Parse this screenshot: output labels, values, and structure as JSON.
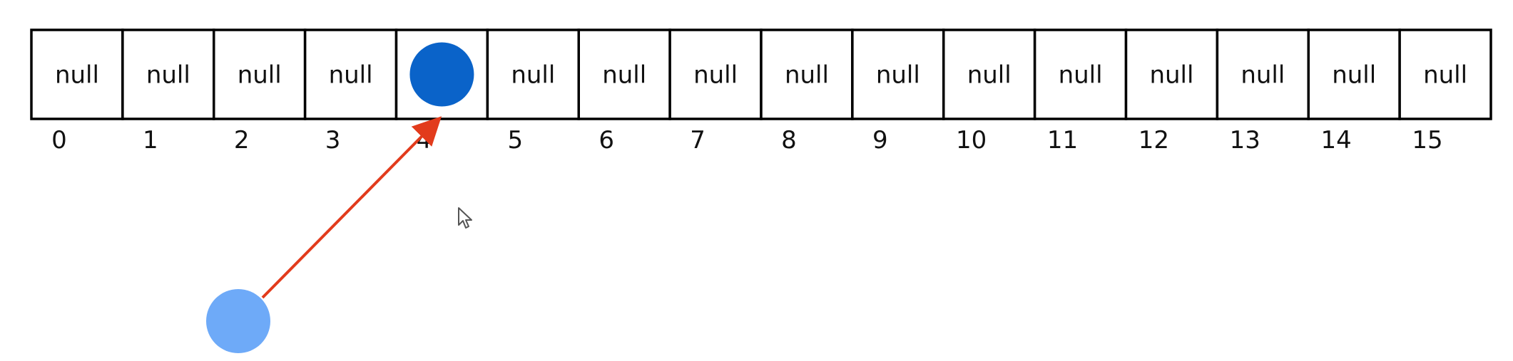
{
  "array": {
    "length": 16,
    "filled_index": 4,
    "empty_label": "null",
    "indices": [
      "0",
      "1",
      "2",
      "3",
      "4",
      "5",
      "6",
      "7",
      "8",
      "9",
      "10",
      "11",
      "12",
      "13",
      "14",
      "15"
    ],
    "cells": [
      "null",
      "null",
      "null",
      "null",
      "",
      "null",
      "null",
      "null",
      "null",
      "null",
      "null",
      "null",
      "null",
      "null",
      "null",
      "null"
    ]
  },
  "nodes": {
    "stored": {
      "index": 4,
      "color": "#0a63c9"
    },
    "incoming": {
      "color": "#6eaaf8"
    }
  },
  "arrow": {
    "color": "#e23b1c",
    "target_index": 4
  },
  "cursor": {
    "name": "mouse-pointer-icon"
  }
}
